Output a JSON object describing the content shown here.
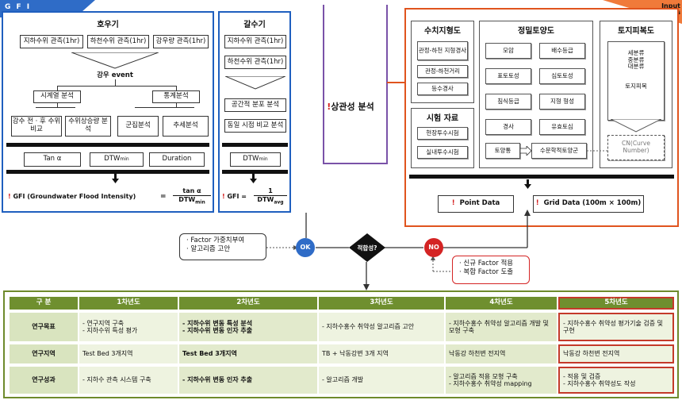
{
  "corner_left": "G F I",
  "corner_right": "Input Factors",
  "flood": {
    "title": "호우기",
    "obs": [
      "지하수위 관측(1hr)",
      "하천수위 관측(1hr)",
      "강우량 관측(1hr)"
    ],
    "event": "강우 event",
    "ts": "시계열 분석",
    "stat": "통계분석",
    "sub": [
      "강수 전 · 후 수위 비교",
      "수위상승량 분석",
      "군집분석",
      "추세분석"
    ],
    "tan": "Tan α",
    "dtwmin_base": "DTW",
    "dtwmin_sub": "min",
    "duration": "Duration",
    "gfi_label": "GFI (Groundwater Flood Intensity)",
    "eq": "=",
    "frac_num": "tan α",
    "frac_den_base": "DTW",
    "frac_den_sub": "min"
  },
  "dry": {
    "title": "갈수기",
    "obs": [
      "지하수위 관측(1hr)",
      "하천수위 관측(1hr)"
    ],
    "sub": [
      "공간적 분포 분석",
      "동일 시점 비교 분석"
    ],
    "dtw_base": "DTW",
    "dtw_sub": "min",
    "gfi_label": "GFI =",
    "frac_num": "1",
    "frac_den_base": "DTW",
    "frac_den_sub": "avg"
  },
  "corr": "상관성 분석",
  "input": {
    "hydro_title": "수치지형도",
    "hydro": [
      "관정-하천 지형경사",
      "관정-하천거리",
      "등수경사"
    ],
    "test_title": "시험 자료",
    "test": [
      "현장투수시험",
      "실내투수시험"
    ],
    "soil_title": "정밀토양도",
    "soil": [
      "모암",
      "배수등급",
      "표토토성",
      "심토토성",
      "침식등급",
      "지형 형성",
      "경사",
      "유효토심",
      "토양통",
      "수문학적토양군"
    ],
    "cover_title": "토지피복도",
    "cover_classes": [
      "세분류",
      "중분류",
      "대분류"
    ],
    "cover_item": "토지피복",
    "cn": "CN(Curve Number)",
    "point": "Point Data",
    "grid": "Grid Data (100m × 100m)"
  },
  "decision": {
    "diamond": "적합성?",
    "ok": "OK",
    "no": "NO",
    "ok_notes": [
      "· Factor 가중치부여",
      "· 알고리즘 고안"
    ],
    "no_notes": [
      "· 신규 Factor 적용",
      "· 복합 Factor 도출"
    ]
  },
  "table": {
    "headers": [
      "구 분",
      "1차년도",
      "2차년도",
      "3차년도",
      "4차년도",
      "5차년도"
    ],
    "rows": [
      {
        "label": "연구목표",
        "cells": [
          "- 연구지역 구축\n- 지하수위 특성 평가",
          "- 지하수위 변동 특성 분석\n- 지하수위 변동 인자 추출",
          "- 지하수홍수 취약성 알고리즘 고안",
          "- 지하수홍수 취약성 알고리즘 개발 및 모형 구축",
          "- 지하수홍수 취약성 평가기술 검증 및 구현"
        ]
      },
      {
        "label": "연구지역",
        "cells": [
          "Test Bed 3개지역",
          "Test Bed 3개지역",
          "TB + 낙동강변 3개 지역",
          "낙동강 하천변 전지역",
          "낙동강 하천변 전지역"
        ]
      },
      {
        "label": "연구성과",
        "cells": [
          "- 지하수 관측 시스템 구축",
          "- 지하수위 변동 인자 추출",
          "- 알고리즘 개발",
          "- 알고리즘 적용 모형 구축\n- 지하수홍수 취약성 mapping",
          "- 적용 및 검증\n- 지하수홍수 취약성도 작성"
        ]
      }
    ]
  }
}
